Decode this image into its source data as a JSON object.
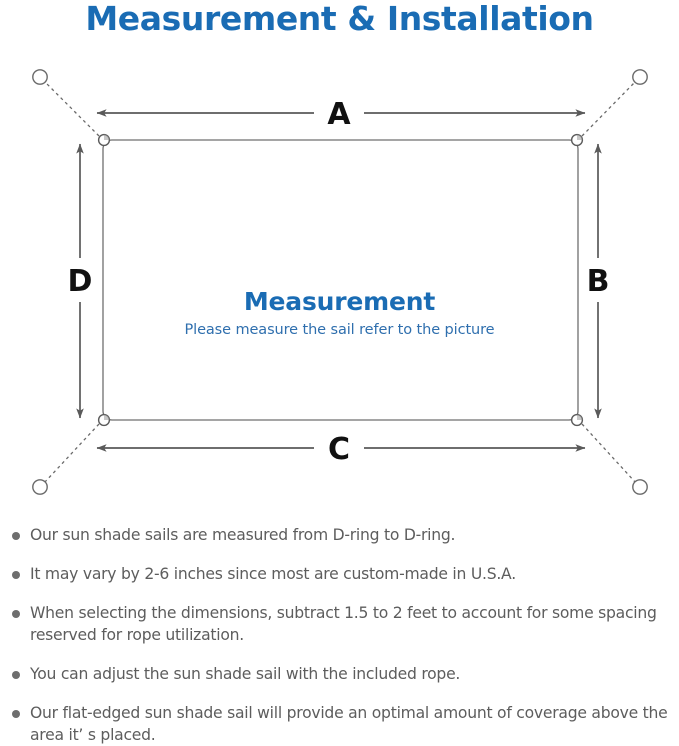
{
  "page": {
    "title": "Measurement & Installation",
    "title_color": "#1a6cb4",
    "background": "#ffffff"
  },
  "diagram": {
    "name": "sun-shade-sail-measurement-diagram",
    "center_title": "Measurement",
    "center_subtitle": "Please measure the sail refer to the picture",
    "line_color": "#5a5a5a",
    "sail_edge_color": "#6b6b6b",
    "labels": {
      "top": "A",
      "right": "B",
      "bottom": "C",
      "left": "D"
    },
    "label_color": "#111111",
    "dimension_arrows": [
      {
        "id": "A",
        "label": "A",
        "orientation": "horizontal",
        "position": "top",
        "style": "double-headed"
      },
      {
        "id": "B",
        "label": "B",
        "orientation": "vertical",
        "position": "right",
        "style": "double-headed"
      },
      {
        "id": "C",
        "label": "C",
        "orientation": "horizontal",
        "position": "bottom",
        "style": "double-headed"
      },
      {
        "id": "D",
        "label": "D",
        "orientation": "vertical",
        "position": "left",
        "style": "double-headed"
      }
    ],
    "corners": [
      {
        "id": "top-left",
        "ring": "d-ring",
        "anchor": "anchor-circle",
        "rope": "dashed"
      },
      {
        "id": "top-right",
        "ring": "d-ring",
        "anchor": "anchor-circle",
        "rope": "dashed"
      },
      {
        "id": "bottom-left",
        "ring": "d-ring",
        "anchor": "anchor-circle",
        "rope": "dashed"
      },
      {
        "id": "bottom-right",
        "ring": "d-ring",
        "anchor": "anchor-circle",
        "rope": "dashed"
      }
    ]
  },
  "notes": [
    {
      "text": "Our sun shade sails are measured from D-ring to D-ring."
    },
    {
      "text": "It may vary by 2-6 inches since most are custom-made in U.S.A."
    },
    {
      "text": "When selecting the dimensions, subtract 1.5 to 2 feet to account for some spacing reserved for rope utilization."
    },
    {
      "text": "You can adjust the sun shade sail with the included rope."
    },
    {
      "text": "Our flat-edged sun shade sail will provide an optimal amount of coverage above the area it’ s placed."
    }
  ]
}
